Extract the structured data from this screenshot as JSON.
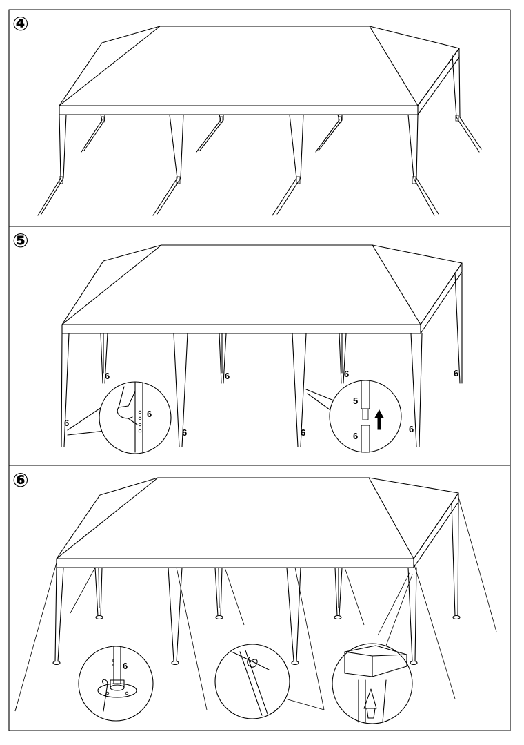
{
  "steps": [
    {
      "label": "④",
      "description_numbers": []
    },
    {
      "label": "⑤",
      "pole_numbers": [
        "6",
        "6",
        "6",
        "6",
        "6",
        "6",
        "6",
        "6"
      ],
      "callout_left": {
        "number": "6"
      },
      "callout_right": {
        "upper_number": "5",
        "lower_number": "6"
      }
    },
    {
      "label": "⑥",
      "callout_left": {
        "number": "6"
      }
    }
  ],
  "colors": {
    "line": "#000000",
    "background": "#ffffff"
  }
}
